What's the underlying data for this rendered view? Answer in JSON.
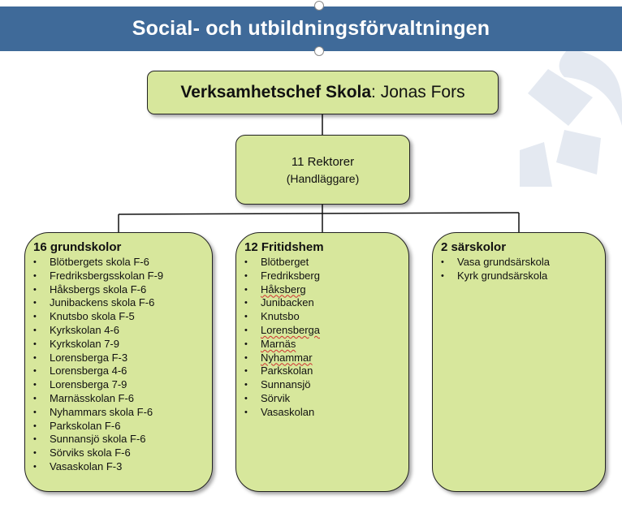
{
  "title": "Social- och utbildningsförvaltningen",
  "head": {
    "role": "Verksamhetschef Skola",
    "separator": ": ",
    "name": "Jonas Fors"
  },
  "rektorer": {
    "line1": "11 Rektorer",
    "line2": "(Handläggare)"
  },
  "columns": [
    {
      "title": "16 grundskolor",
      "items": [
        "Blötbergets skola F-6",
        "Fredriksbergsskolan F-9",
        "Håksbergs skola F-6",
        "Junibackens skola F-6",
        "Knutsbo skola F-5",
        "Kyrkskolan 4-6",
        "Kyrkskolan 7-9",
        "Lorensberga F-3",
        "Lorensberga 4-6",
        "Lorensberga 7-9",
        "Marnässkolan F-6",
        "Nyhammars skola F-6",
        "Parkskolan F-6",
        "Sunnansjö skola F-6",
        "Sörviks skola F-6",
        "Vasaskolan F-3"
      ]
    },
    {
      "title": "12 Fritidshem",
      "items": [
        "Blötberget",
        "Fredriksberg",
        "Håksberg",
        "Junibacken",
        "Knutsbo",
        "Lorensberga",
        "Marnäs",
        "Nyhammar",
        "Parkskolan",
        "Sunnansjö",
        "Sörvik",
        "Vasaskolan"
      ]
    },
    {
      "title": "2 särskolor",
      "items": [
        "Vasa grundsärskola",
        "Kyrk grundsärskola"
      ]
    }
  ],
  "colors": {
    "title_bar": "#3f6a99",
    "box_fill": "#d7e79c"
  }
}
